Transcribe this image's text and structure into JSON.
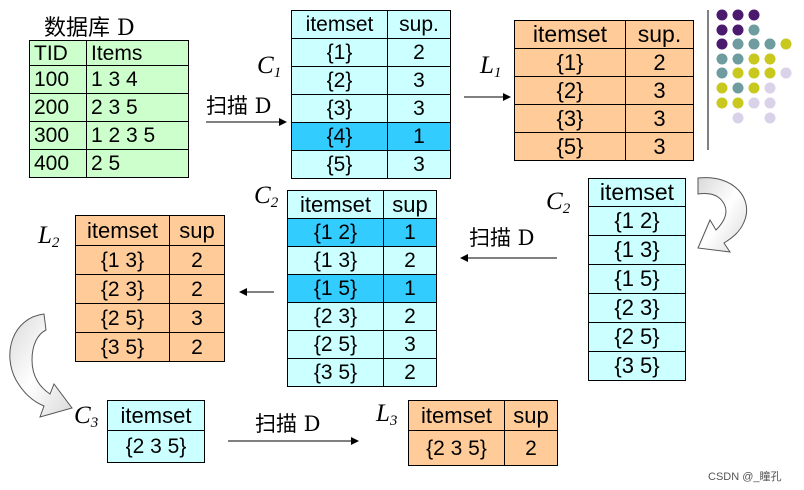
{
  "title": "数据库 D",
  "scan_label": "扫描 D",
  "labels": {
    "C1": {
      "base": "C",
      "sub": "1"
    },
    "L1": {
      "base": "L",
      "sub": "1"
    },
    "C2a": {
      "base": "C",
      "sub": "2"
    },
    "C2b": {
      "base": "C",
      "sub": "2"
    },
    "L2": {
      "base": "L",
      "sub": "2"
    },
    "C3": {
      "base": "C",
      "sub": "3"
    },
    "L3": {
      "base": "L",
      "sub": "3"
    }
  },
  "db": {
    "headers": [
      "TID",
      "Items"
    ],
    "rows": [
      [
        "100",
        "1 3 4"
      ],
      [
        "200",
        "2 3 5"
      ],
      [
        "300",
        "1 2 3 5"
      ],
      [
        "400",
        "2 5"
      ]
    ]
  },
  "c1": {
    "headers": [
      "itemset",
      "sup."
    ],
    "rows": [
      [
        "{1}",
        "2"
      ],
      [
        "{2}",
        "3"
      ],
      [
        "{3}",
        "3"
      ],
      [
        "{4}",
        "1"
      ],
      [
        "{5}",
        "3"
      ]
    ]
  },
  "l1": {
    "headers": [
      "itemset",
      "sup."
    ],
    "rows": [
      [
        "{1}",
        "2"
      ],
      [
        "{2}",
        "3"
      ],
      [
        "{3}",
        "3"
      ],
      [
        "{5}",
        "3"
      ]
    ]
  },
  "c2_candidates": {
    "headers": [
      "itemset"
    ],
    "rows": [
      [
        "{1 2}"
      ],
      [
        "{1 3}"
      ],
      [
        "{1 5}"
      ],
      [
        "{2 3}"
      ],
      [
        "{2 5}"
      ],
      [
        "{3 5}"
      ]
    ]
  },
  "c2_counts": {
    "headers": [
      "itemset",
      "sup"
    ],
    "rows": [
      [
        "{1 2}",
        "1"
      ],
      [
        "{1 3}",
        "2"
      ],
      [
        "{1 5}",
        "1"
      ],
      [
        "{2 3}",
        "2"
      ],
      [
        "{2 5}",
        "3"
      ],
      [
        "{3 5}",
        "2"
      ]
    ]
  },
  "l2": {
    "headers": [
      "itemset",
      "sup"
    ],
    "rows": [
      [
        "{1 3}",
        "2"
      ],
      [
        "{2 3}",
        "2"
      ],
      [
        "{2 5}",
        "3"
      ],
      [
        "{3 5}",
        "2"
      ]
    ]
  },
  "c3": {
    "headers": [
      "itemset"
    ],
    "rows": [
      [
        "{2 3 5}"
      ]
    ]
  },
  "l3": {
    "headers": [
      "itemset",
      "sup"
    ],
    "rows": [
      [
        "{2 3 5}",
        "2"
      ]
    ]
  },
  "watermark": "CSDN @_瞳孔",
  "colors": {
    "header": "#ffff00",
    "candidate": "#ccffff",
    "pruned": "#33ccff",
    "database": "#ccffcc",
    "frequent": "#ffcc99",
    "dot_purple": "#4b1a6e",
    "dot_teal": "#6f9c9e",
    "dot_olive": "#c8c81e",
    "dot_lavender": "#d9d2e9"
  }
}
